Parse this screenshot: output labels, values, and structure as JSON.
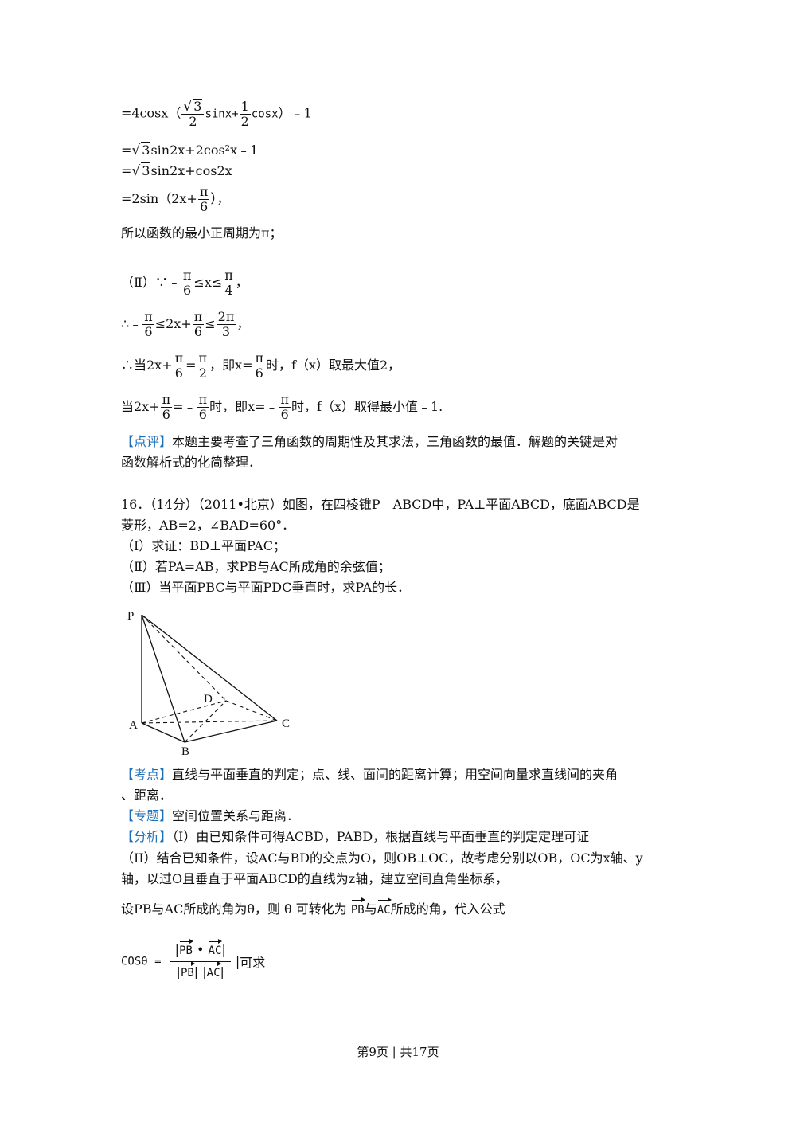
{
  "lines": {
    "l1_a": "=4cosx（",
    "l1_sqrt": "3",
    "l1_den1": "2",
    "l1_b": "sinx+",
    "l1_num2": "1",
    "l1_den2": "2",
    "l1_c": "cosx",
    "l1_d": "）﹣1",
    "l2_a": "=",
    "l2_sqrt": "3",
    "l2_b": "sin2x+2cos²x﹣1",
    "l3_a": "=",
    "l3_sqrt": "3",
    "l3_b": "sin2x+cos2x",
    "l4_a": "=2sin（2x+",
    "l4_num": "π",
    "l4_den": "6",
    "l4_b": "），",
    "l5": "所以函数的最小正周期为π；",
    "l6_a": "（Ⅱ）∵﹣",
    "l6_n1": "π",
    "l6_d1": "6",
    "l6_b": "≤x≤",
    "l6_n2": "π",
    "l6_d2": "4",
    "l6_c": "，",
    "l7_a": "∴﹣",
    "l7_n1": "π",
    "l7_d1": "6",
    "l7_b": "≤2x+",
    "l7_n2": "π",
    "l7_d2": "6",
    "l7_c": "≤",
    "l7_n3": "2π",
    "l7_d3": "3",
    "l7_d": "，",
    "l8_a": "∴当2x+",
    "l8_n1": "π",
    "l8_d1": "6",
    "l8_b": "=",
    "l8_n2": "π",
    "l8_d2": "2",
    "l8_c": "，即x=",
    "l8_n3": "π",
    "l8_d3": "6",
    "l8_d": "时，f（x）取最大值2，",
    "l9_a": "当2x+",
    "l9_n1": "π",
    "l9_d1": "6",
    "l9_b": "=﹣",
    "l9_n2": "π",
    "l9_d2": "6",
    "l9_c": "时，即x=﹣",
    "l9_n3": "π",
    "l9_d3": "6",
    "l9_d": "时，f（x）取得最小值﹣1.",
    "review_tag": "【点评】",
    "review_1": "本题主要考查了三角函数的周期性及其求法，三角函数的最值．解题的关键是对",
    "review_2": "函数解析式的化简整理．",
    "q16_1": "16．（14分）（2011•北京）如图，在四棱锥P﹣ABCD中，PA⊥平面ABCD，底面ABCD是",
    "q16_2": "菱形，AB=2，∠BAD=60°．",
    "q16_3": "（Ⅰ）求证：BD⊥平面PAC；",
    "q16_4": "（Ⅱ）若PA=AB，求PB与AC所成角的余弦值；",
    "q16_5": "（Ⅲ）当平面PBC与平面PDC垂直时，求PA的长．",
    "kd_tag": "【考点】",
    "kd_1": "直线与平面垂直的判定；点、线、面间的距离计算；用空间向量求直线间的夹角",
    "kd_2": "、距离．",
    "zt_tag": "【专题】",
    "zt_1": "空间位置关系与距离．",
    "fx_tag": "【分析】",
    "fx_1": "（I）由已知条件可得ACBD，PABD，根据直线与平面垂直的判定定理可证",
    "fx_2": "（II）结合已知条件，设AC与BD的交点为O，则OB⊥OC，故考虑分别以OB，OC为x轴、y",
    "fx_3": "轴，以过O且垂直于平面ABCD的直线为z轴，建立空间直角坐标系，",
    "fx_4a": "设PB与AC所成的角为θ，则 θ 可转化为 ",
    "fx_4_vec1": "PB",
    "fx_4b": "与",
    "fx_4_vec2": "AC",
    "fx_4c": "所成的角，代入公式",
    "cos_label": "COSθ =",
    "cos_num_vec1": "PB",
    "cos_num_dot": "•",
    "cos_num_vec2": "AC",
    "cos_den_vec1": "PB",
    "cos_den_vec2": "AC",
    "cos_tail": "可求"
  },
  "figure": {
    "label_p": "P",
    "label_a": "A",
    "label_b": "B",
    "label_c": "C",
    "label_d": "D"
  },
  "footer": "第9页 | 共17页",
  "colors": {
    "tag": "#1d6fb8",
    "text": "#111111"
  }
}
